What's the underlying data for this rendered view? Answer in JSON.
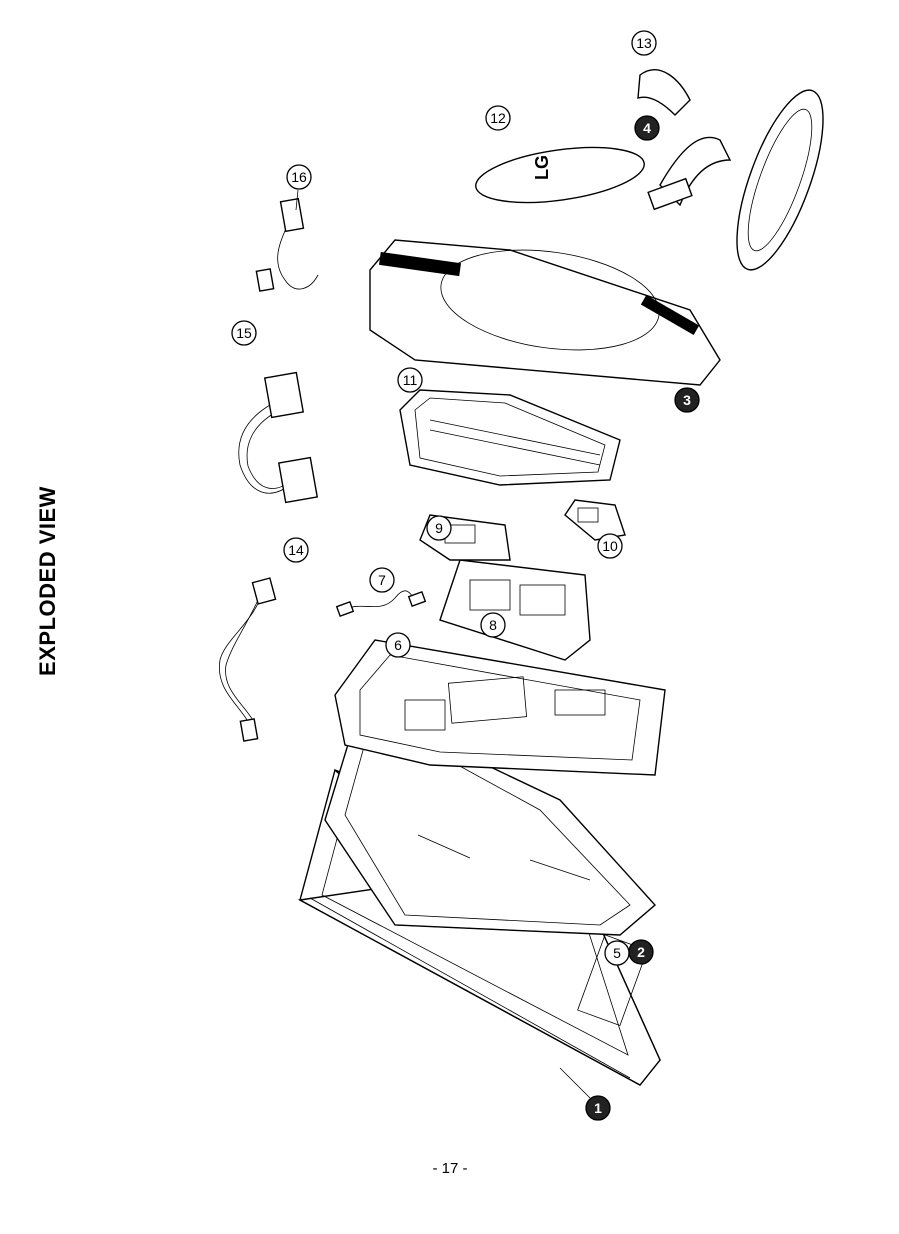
{
  "page": {
    "title": "EXPLODED VIEW",
    "page_number": "- 17 -"
  },
  "callouts": [
    {
      "id": "1",
      "label": "1",
      "filled": true
    },
    {
      "id": "2",
      "label": "2",
      "filled": true
    },
    {
      "id": "3",
      "label": "3",
      "filled": true
    },
    {
      "id": "4",
      "label": "4",
      "filled": true
    },
    {
      "id": "5",
      "label": "5",
      "filled": false
    },
    {
      "id": "6",
      "label": "6",
      "filled": false
    },
    {
      "id": "7",
      "label": "7",
      "filled": false
    },
    {
      "id": "8",
      "label": "8",
      "filled": false
    },
    {
      "id": "9",
      "label": "9",
      "filled": false
    },
    {
      "id": "10",
      "label": "10",
      "filled": false
    },
    {
      "id": "11",
      "label": "11",
      "filled": false
    },
    {
      "id": "12",
      "label": "12",
      "filled": false
    },
    {
      "id": "13",
      "label": "13",
      "filled": false
    },
    {
      "id": "14",
      "label": "14",
      "filled": false
    },
    {
      "id": "15",
      "label": "15",
      "filled": false
    },
    {
      "id": "16",
      "label": "16",
      "filled": false
    }
  ],
  "logo_text": "LG"
}
